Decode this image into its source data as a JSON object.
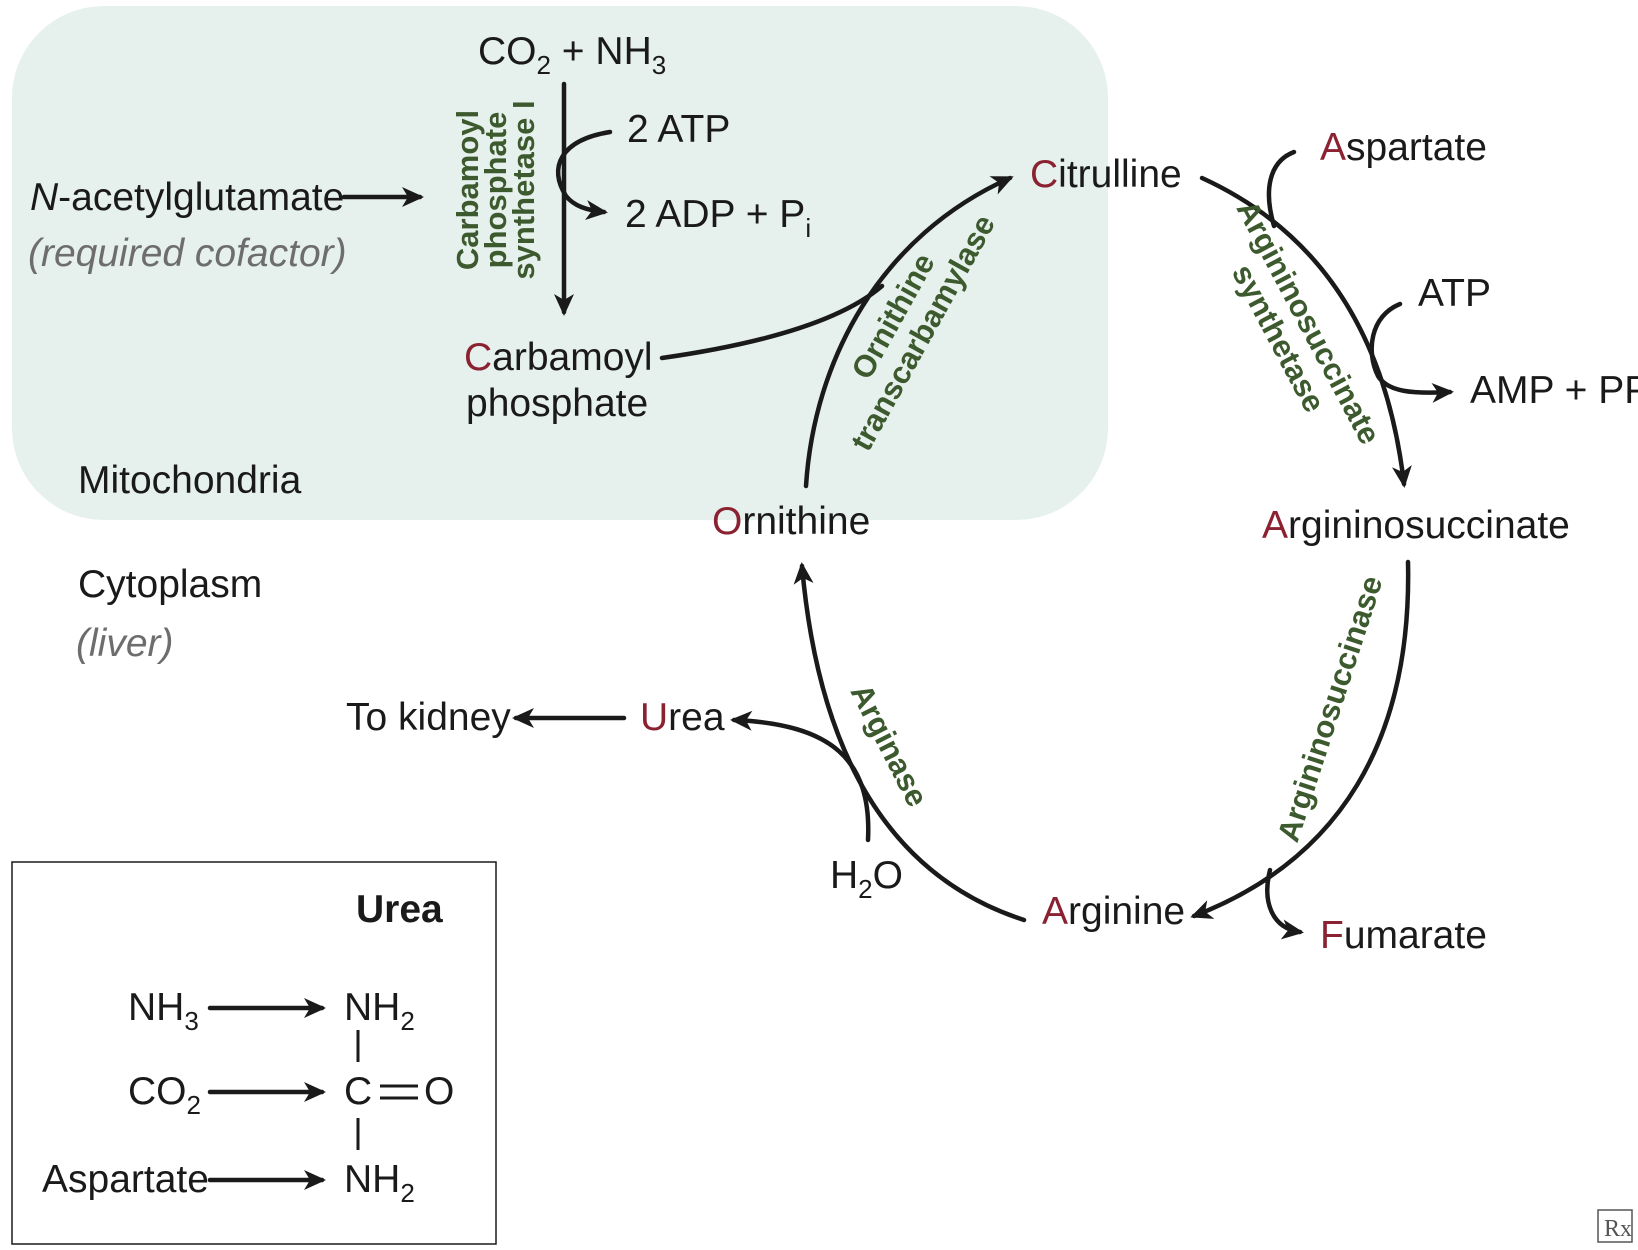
{
  "compartments": {
    "mitochondria_label": "Mitochondria",
    "cytoplasm_label": "Cytoplasm",
    "cytoplasm_note": "(liver)",
    "mitochondria_fill": "#e6f0ec"
  },
  "colors": {
    "initial_letter": "#8a2232",
    "enzyme_text": "#3c5a2e",
    "arrow": "#1a1a1a"
  },
  "reactants": {
    "co2_nh3": {
      "co": "CO",
      "co_sub": "2",
      "plus": " + NH",
      "nh_sub": "3"
    },
    "atp_in": "2 ATP",
    "adp_out": {
      "main": "2 ADP + P",
      "sub": "i"
    },
    "cofactor": {
      "n": "N",
      "rest": "-acetylglutamate",
      "note": "(required cofactor)"
    }
  },
  "enzymes": {
    "cps1": [
      "Carbamoyl",
      "phosphate",
      "synthetase I"
    ],
    "otc": [
      "Ornithine",
      "transcarbamylase"
    ],
    "ass": [
      "Argininosuccinate",
      "synthetase"
    ],
    "asl": "Argininosuccinase",
    "arginase": "Arginase"
  },
  "metabolites": {
    "carbamoyl_phosphate": {
      "initial": "C",
      "rest": "arbamoyl",
      "line2": "phosphate"
    },
    "citrulline": {
      "initial": "C",
      "rest": "itrulline"
    },
    "aspartate": {
      "initial": "A",
      "rest": "spartate"
    },
    "argininosuccinate": {
      "initial": "A",
      "rest": "rgininosuccinate"
    },
    "fumarate": {
      "initial": "F",
      "rest": "umarate"
    },
    "arginine": {
      "initial": "A",
      "rest": "rginine"
    },
    "ornithine": {
      "initial": "O",
      "rest": "rnithine"
    },
    "urea": {
      "initial": "U",
      "rest": "rea"
    }
  },
  "cosubstrates": {
    "atp": "ATP",
    "amp_ppi": {
      "main": "AMP + PP",
      "sub": "i"
    },
    "water": {
      "h": "H",
      "sub": "2",
      "o": "O"
    },
    "to_kidney": "To kidney"
  },
  "legend": {
    "title": "Urea",
    "rows": [
      {
        "source": "NH",
        "source_sub": "3",
        "target": "NH",
        "target_sub": "2"
      },
      {
        "source": "CO",
        "source_sub": "2",
        "target": "C",
        "target_sub": ""
      },
      {
        "source": "Aspartate",
        "source_sub": "",
        "target": "NH",
        "target_sub": "2"
      }
    ],
    "double_bond_atom": "O"
  },
  "logo": "Rx"
}
